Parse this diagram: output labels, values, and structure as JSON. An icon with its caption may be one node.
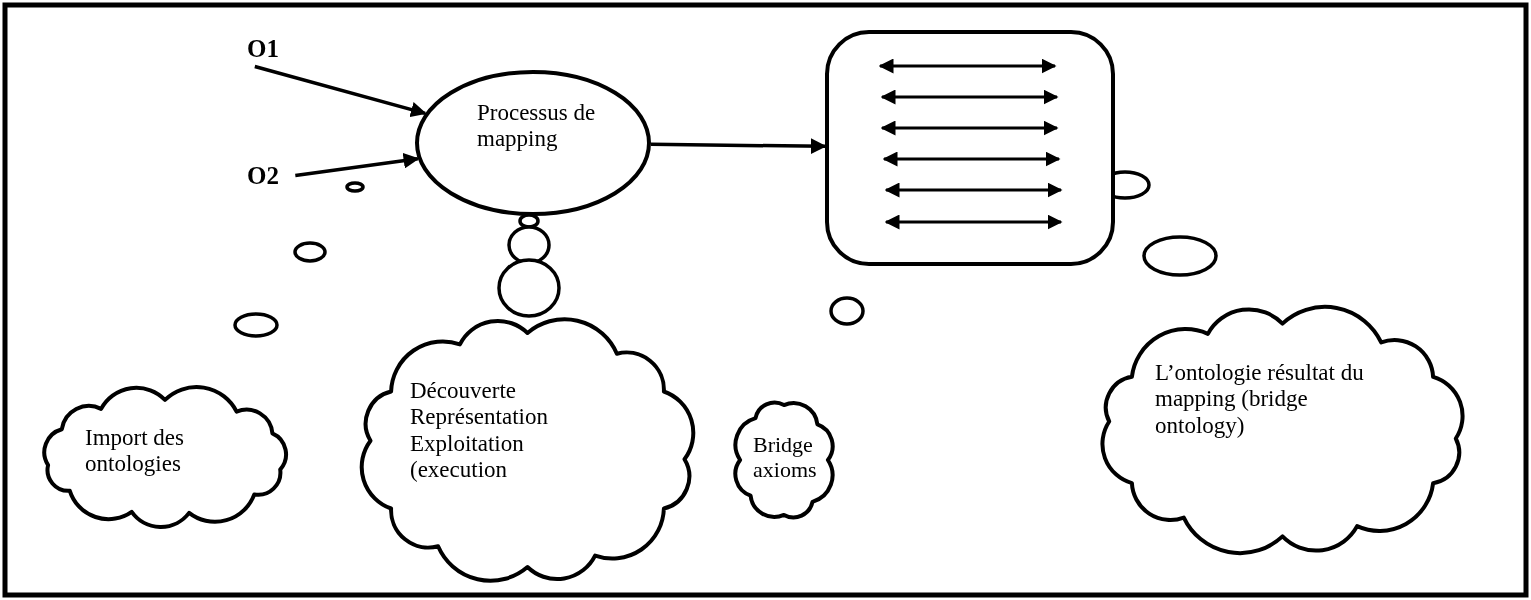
{
  "diagram": {
    "nodes": [
      {
        "text": [
          "O1"
        ]
      },
      {
        "text": [
          "O2"
        ]
      },
      {
        "text": [
          "Processus de mapping"
        ]
      },
      {
        "text": [],
        "shape": "box"
      },
      {
        "text": [
          "Import des ontologies"
        ]
      },
      {
        "text": [
          "Découverte Représentation Exploitation (execution"
        ]
      },
      {
        "text": [
          "Bridge axioms"
        ]
      },
      {
        "text": [
          "L’ontologie résultat du mapping (bridge ontology)"
        ]
      }
    ],
    "edges": [
      {
        "from": 0,
        "to": 2,
        "arrow": "to"
      },
      {
        "from": 1,
        "to": 2,
        "arrow": "to"
      },
      {
        "from": 2,
        "to": 3,
        "arrow": "to"
      }
    ]
  }
}
